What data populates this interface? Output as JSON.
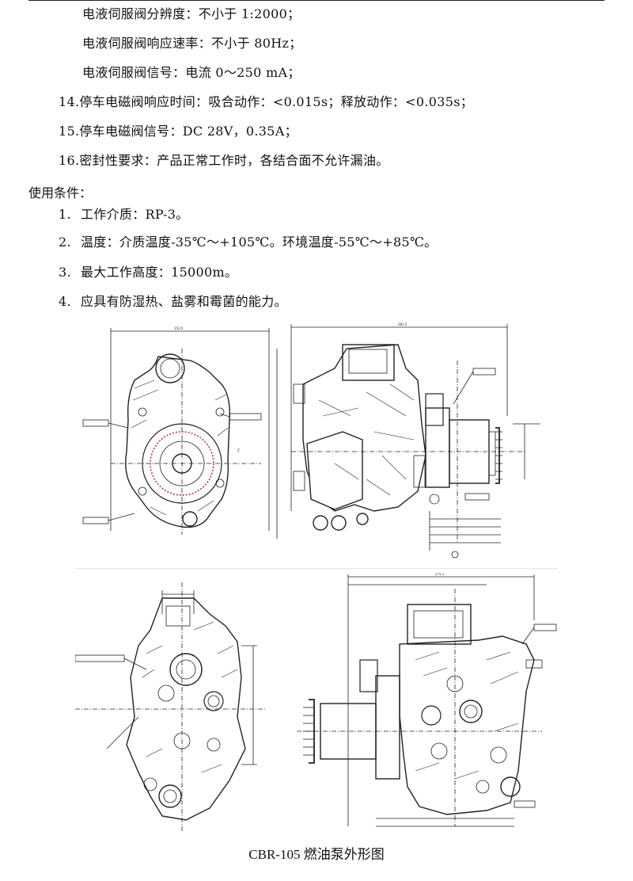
{
  "spec_lines": [
    {
      "num": "",
      "text": "电液伺服阀分辨度：不小于 1:2000；"
    },
    {
      "num": "",
      "text": "电液伺服阀响应速率：不小于 80Hz；"
    },
    {
      "num": "",
      "text": "电液伺服阀信号：电流 0～250 mA；"
    },
    {
      "num": "14.",
      "text": "停车电磁阀响应时间：吸合动作：<0.015s；释放动作：<0.035s；"
    },
    {
      "num": "15.",
      "text": "停车电磁阀信号：DC 28V，0.35A；"
    },
    {
      "num": "16.",
      "text": "密封性要求：产品正常工作时，各结合面不允许漏油。"
    }
  ],
  "conditions": {
    "heading": "使用条件：",
    "items": [
      {
        "num": "1.",
        "text": "工作介质：RP-3。"
      },
      {
        "num": "2.",
        "text": "温度：介质温度-35℃～+105℃。环境温度-55℃～+85℃。"
      },
      {
        "num": "3.",
        "text": "最大工作高度：15000m。"
      },
      {
        "num": "4.",
        "text": "应具有防湿热、盐雾和霉菌的能力。"
      }
    ]
  },
  "figure": {
    "caption": "CBR-105 燃油泵外形图"
  }
}
